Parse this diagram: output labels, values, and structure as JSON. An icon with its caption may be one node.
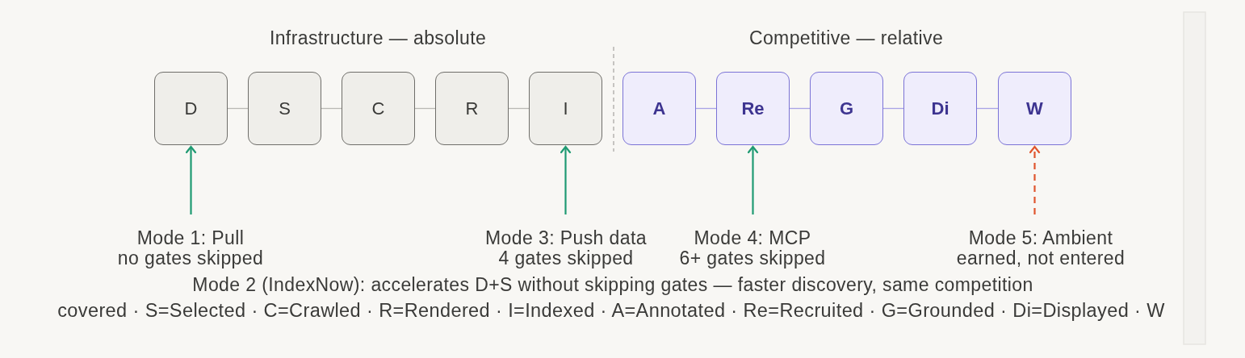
{
  "diagram": {
    "nodes": [
      {
        "text": [
          "D"
        ]
      },
      {
        "text": [
          "S"
        ]
      },
      {
        "text": [
          "C"
        ]
      },
      {
        "text": [
          "R"
        ]
      },
      {
        "text": [
          "I"
        ]
      },
      {
        "text": [
          "A"
        ]
      },
      {
        "text": [
          "Re"
        ]
      },
      {
        "text": [
          "G"
        ]
      },
      {
        "text": [
          "Di"
        ]
      },
      {
        "text": [
          "W"
        ]
      },
      {
        "text": [
          "Mode 1: Pull",
          "no gates skipped"
        ]
      },
      {
        "text": [
          "Mode 3: Push data",
          "4 gates skipped"
        ]
      },
      {
        "text": [
          "Mode 4: MCP",
          "6+ gates skipped"
        ]
      },
      {
        "text": [
          "Mode 5: Ambient",
          "earned, not entered"
        ]
      }
    ],
    "edges": [
      {
        "from": 0,
        "to": 1,
        "arrow": "none"
      },
      {
        "from": 1,
        "to": 2,
        "arrow": "none"
      },
      {
        "from": 2,
        "to": 3,
        "arrow": "none"
      },
      {
        "from": 3,
        "to": 4,
        "arrow": "none"
      },
      {
        "from": 5,
        "to": 6,
        "arrow": "none",
        "color": "#a9a3e6"
      },
      {
        "from": 6,
        "to": 7,
        "arrow": "none",
        "color": "#a9a3e6"
      },
      {
        "from": 7,
        "to": 8,
        "arrow": "none",
        "color": "#a9a3e6"
      },
      {
        "from": 8,
        "to": 9,
        "arrow": "none",
        "color": "#a9a3e6"
      },
      {
        "from": 10,
        "to": 0,
        "arrow": "to",
        "color": "#1f9a72"
      },
      {
        "from": 11,
        "to": 4,
        "arrow": "to",
        "color": "#1f9a72"
      },
      {
        "from": 12,
        "to": 6,
        "arrow": "to",
        "color": "#1f9a72"
      },
      {
        "from": 13,
        "to": 9,
        "arrow": "to",
        "style": "dashed",
        "color": "#e0552d"
      }
    ],
    "labels": [
      "Infrastructure — absolute",
      "Competitive — relative",
      "Mode 2 (IndexNow): accelerates D+S without skipping gates — faster discovery, same competition",
      "covered · S=Selected · C=Crawled · R=Rendered · I=Indexed · A=Annotated · Re=Recruited · G=Grounded · Di=Displayed · W"
    ]
  }
}
